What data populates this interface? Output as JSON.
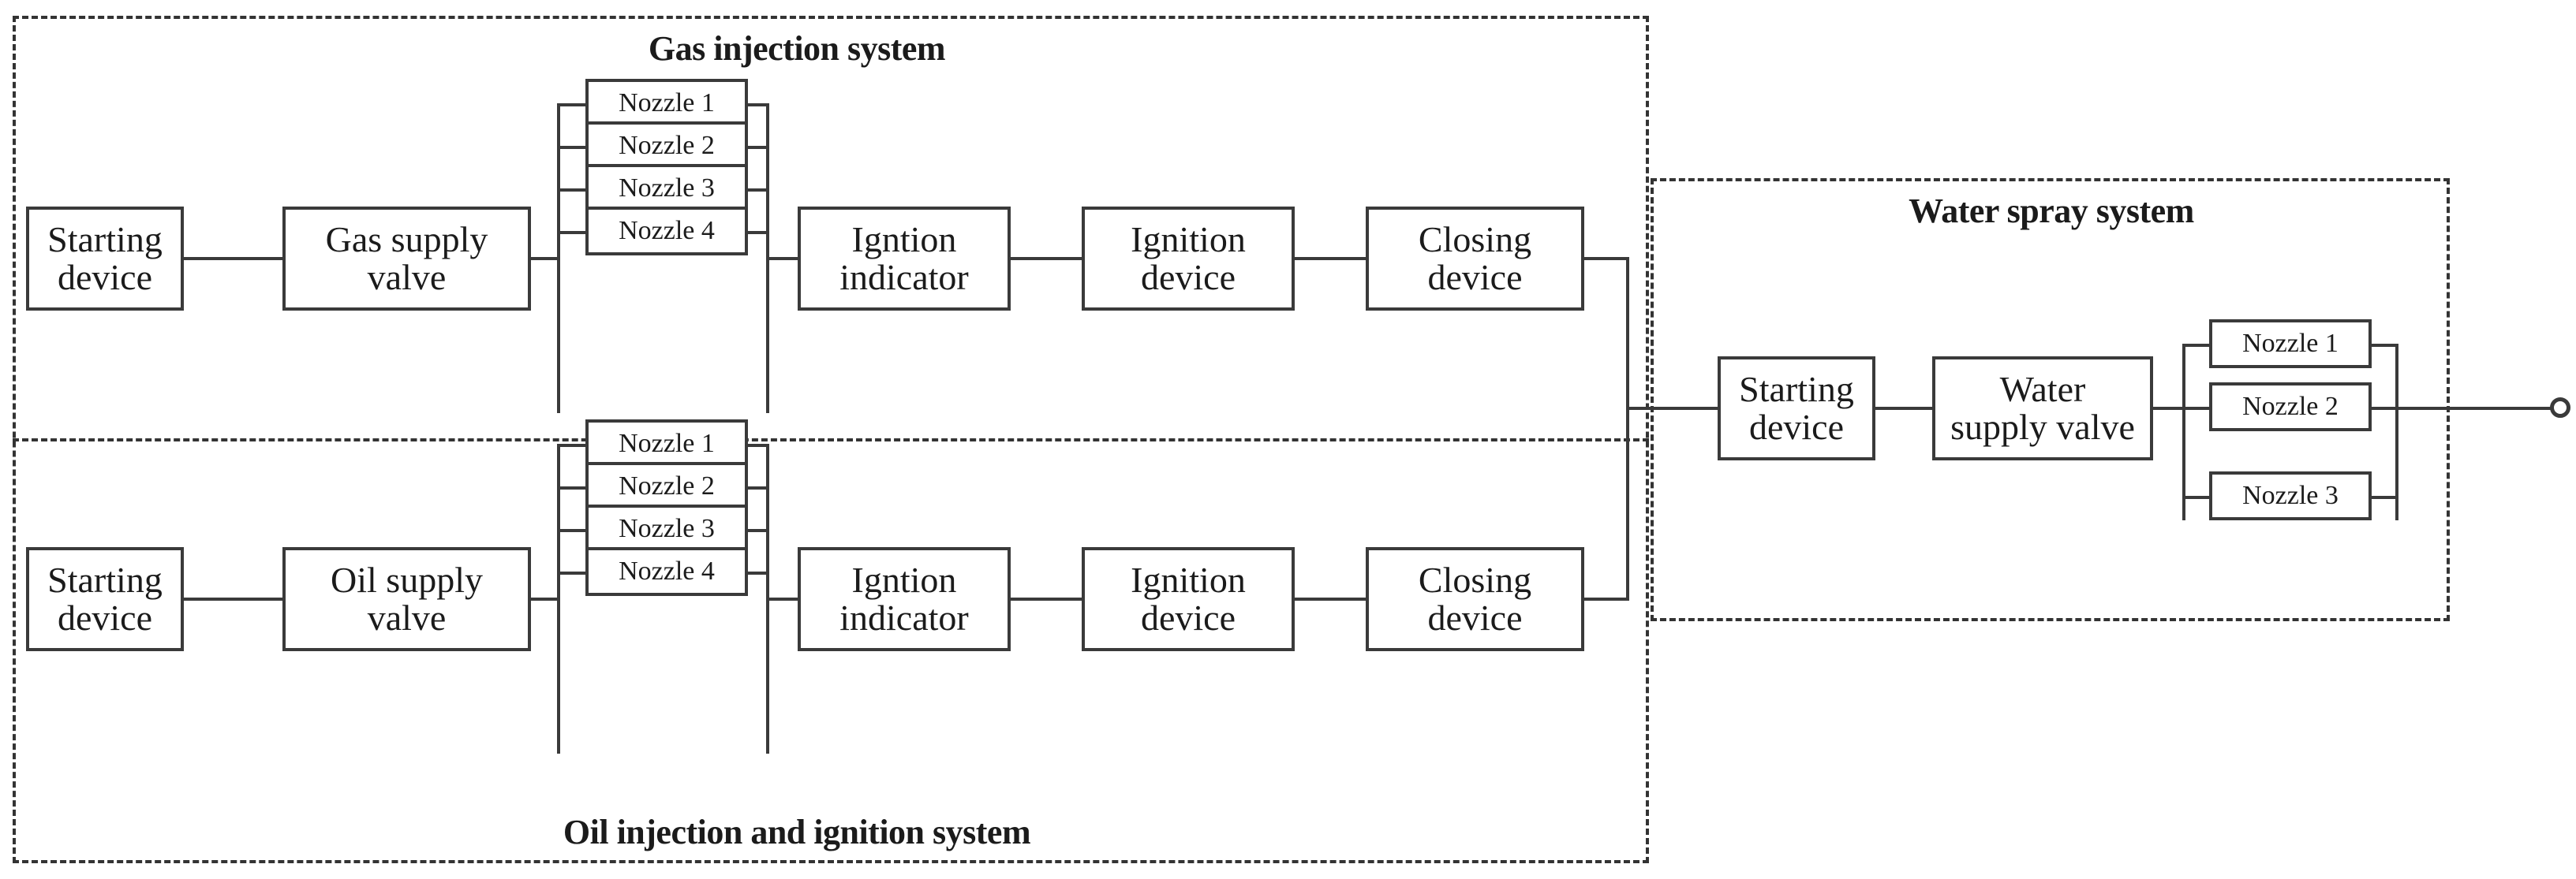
{
  "diagram": {
    "title_gas": "Gas injection system",
    "title_oil": "Oil injection and ignition system",
    "title_water": "Water spray system"
  },
  "gas_system": {
    "label": "Gas injection system",
    "chain": [
      {
        "id": "gas-starting-device",
        "line1": "Starting",
        "line2": "device"
      },
      {
        "id": "gas-supply-valve",
        "line1": "Gas supply",
        "line2": "valve"
      },
      {
        "id": "gas-ignition-indicator",
        "line1": "Igntion",
        "line2": "indicator"
      },
      {
        "id": "gas-ignition-device",
        "line1": "Ignition",
        "line2": "device"
      },
      {
        "id": "gas-closing-device",
        "line1": "Closing",
        "line2": "device"
      }
    ],
    "nozzles": [
      {
        "label": "Nozzle 1"
      },
      {
        "label": "Nozzle 2"
      },
      {
        "label": "Nozzle 3"
      },
      {
        "label": "Nozzle 4"
      }
    ]
  },
  "oil_system": {
    "label": "Oil injection and ignition system",
    "chain": [
      {
        "id": "oil-starting-device",
        "line1": "Starting",
        "line2": "device"
      },
      {
        "id": "oil-supply-valve",
        "line1": "Oil supply",
        "line2": "valve"
      },
      {
        "id": "oil-ignition-indicator",
        "line1": "Igntion",
        "line2": "indicator"
      },
      {
        "id": "oil-ignition-device",
        "line1": "Ignition",
        "line2": "device"
      },
      {
        "id": "oil-closing-device",
        "line1": "Closing",
        "line2": "device"
      }
    ],
    "nozzles": [
      {
        "label": "Nozzle 1"
      },
      {
        "label": "Nozzle 2"
      },
      {
        "label": "Nozzle 3"
      },
      {
        "label": "Nozzle 4"
      }
    ]
  },
  "water_system": {
    "label": "Water spray system",
    "chain": [
      {
        "id": "water-starting-device",
        "line1": "Starting",
        "line2": "device"
      },
      {
        "id": "water-supply-valve",
        "line1": "Water",
        "line2": "supply valve"
      }
    ],
    "nozzles": [
      {
        "label": "Nozzle 1"
      },
      {
        "label": "Nozzle 2"
      },
      {
        "label": "Nozzle 3"
      }
    ],
    "output_terminal": "output-terminal"
  },
  "colors": {
    "line": "#3a3a3a",
    "dash": "#333333",
    "text": "#1b1b1b",
    "background": "#ffffff"
  }
}
